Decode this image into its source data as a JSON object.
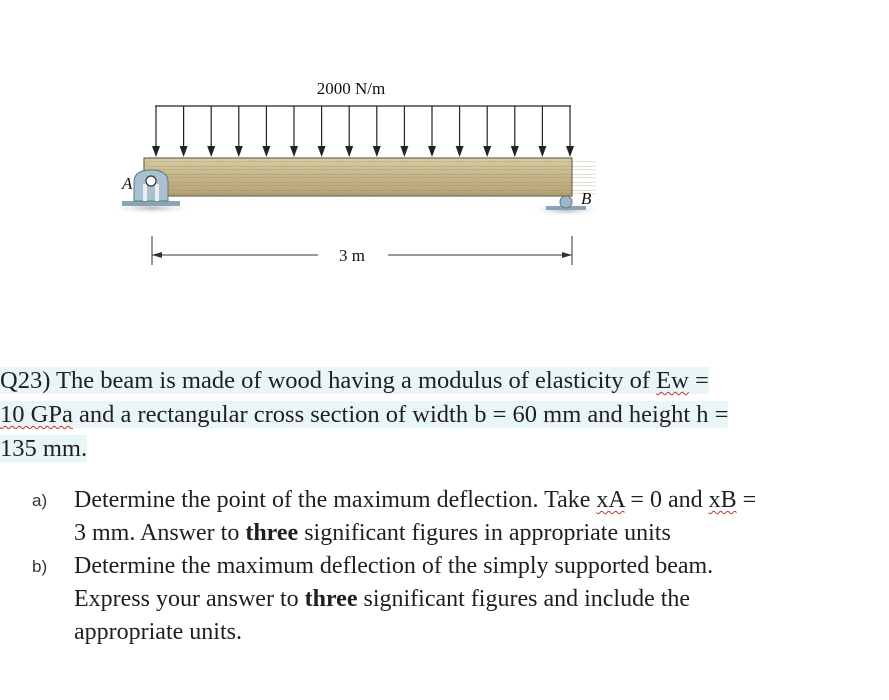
{
  "figure": {
    "load_label": "2000 N/m",
    "support_a_label": "A",
    "support_b_label": "B",
    "span_label": "3 m",
    "colors": {
      "beam": "#c9b98f",
      "beam_edge": "#6f6a55",
      "support": "#a9c0cf",
      "ground": "#bdbdbd"
    }
  },
  "question": {
    "line1_prefix": "Q23) The beam is made of wood having a modulus of elasticity of ",
    "line1_symbol": "Ew",
    "line1_suffix": " =",
    "line2_symbol": "10 GPa",
    "line2_rest": " and a rectangular cross section of width b = 60 mm and height h =",
    "line3": "135 mm."
  },
  "parts": [
    {
      "marker": "a)",
      "t1": "Determine the point of the maximum deflection. Take ",
      "xa": "xA",
      "t2": " = 0 and ",
      "xb": "xB",
      "t3": " =",
      "t4": "3 mm. Answer to ",
      "bold": "three",
      "t5": " significant figures in appropriate units"
    },
    {
      "marker": "b)",
      "t1": "Determine the maximum deflection of the simply supported beam.",
      "t2": "Express your answer to ",
      "bold": "three",
      "t3": " significant figures and include the",
      "t4": "appropriate units."
    }
  ]
}
